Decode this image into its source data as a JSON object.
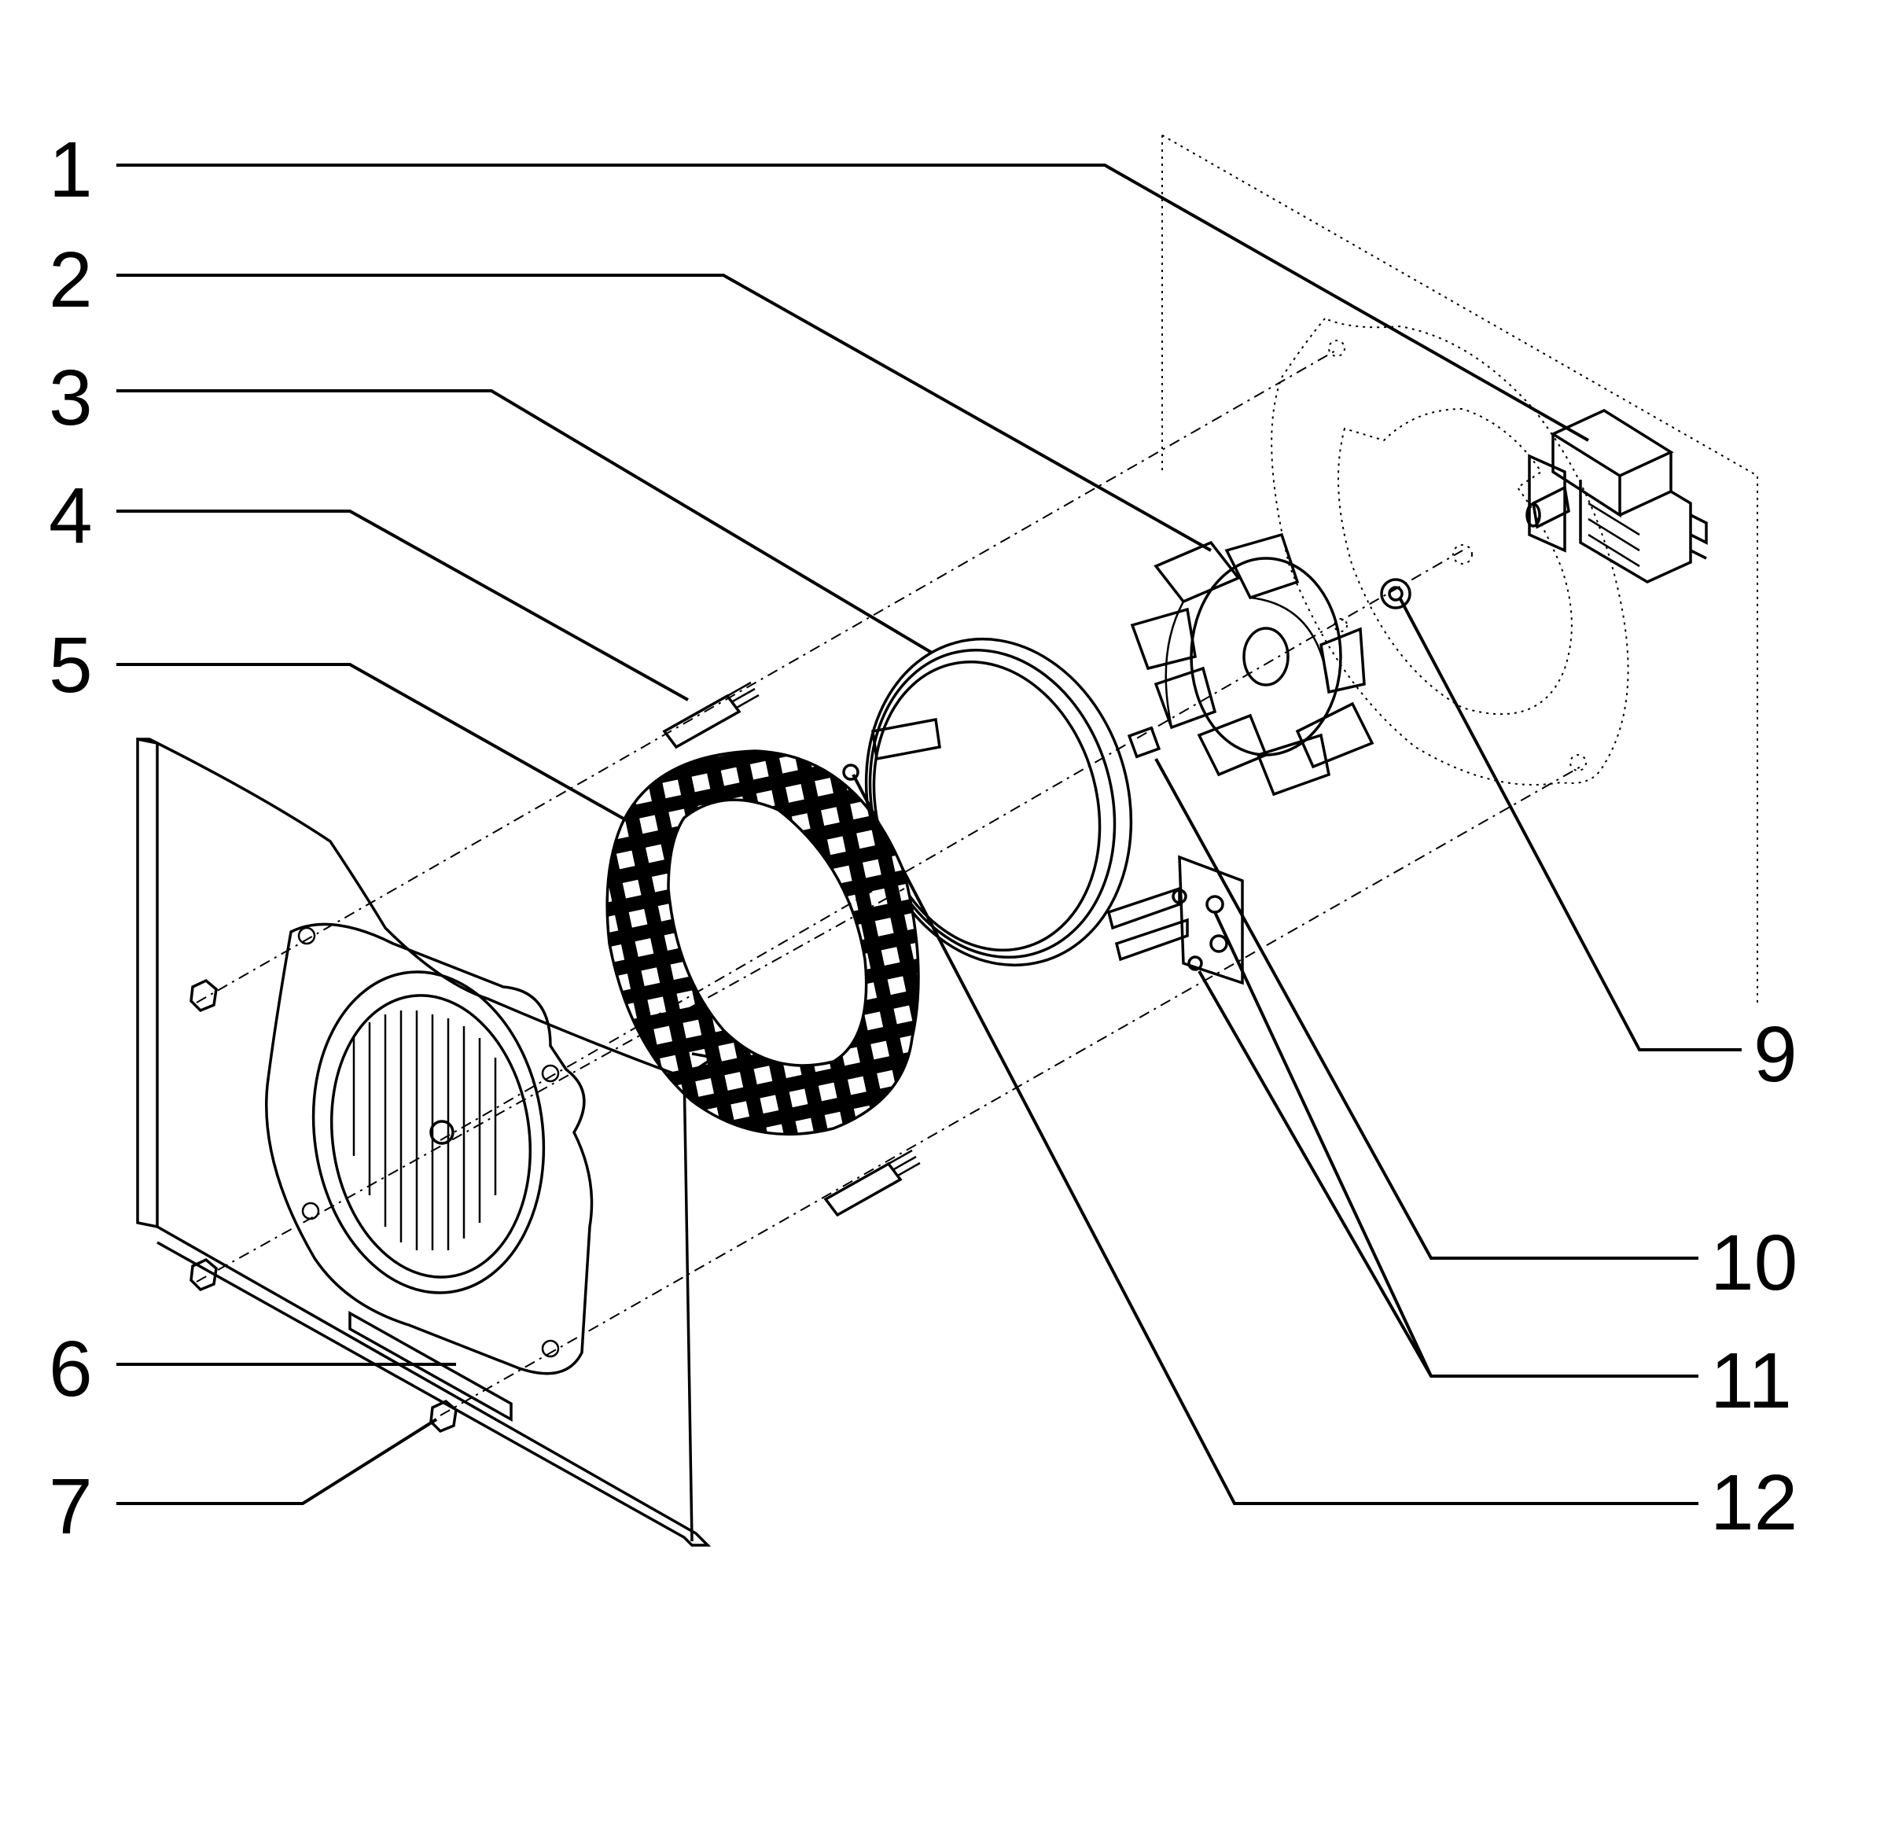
{
  "callouts": [
    {
      "id": "1",
      "text": "1"
    },
    {
      "id": "2",
      "text": "2"
    },
    {
      "id": "3",
      "text": "3"
    },
    {
      "id": "4",
      "text": "4"
    },
    {
      "id": "5",
      "text": "5"
    },
    {
      "id": "6",
      "text": "6"
    },
    {
      "id": "7",
      "text": "7"
    },
    {
      "id": "9",
      "text": "9"
    },
    {
      "id": "10",
      "text": "10"
    },
    {
      "id": "11",
      "text": "11"
    },
    {
      "id": "12",
      "text": "12"
    }
  ],
  "colors": {
    "ink": "#000000",
    "paper": "#ffffff"
  }
}
